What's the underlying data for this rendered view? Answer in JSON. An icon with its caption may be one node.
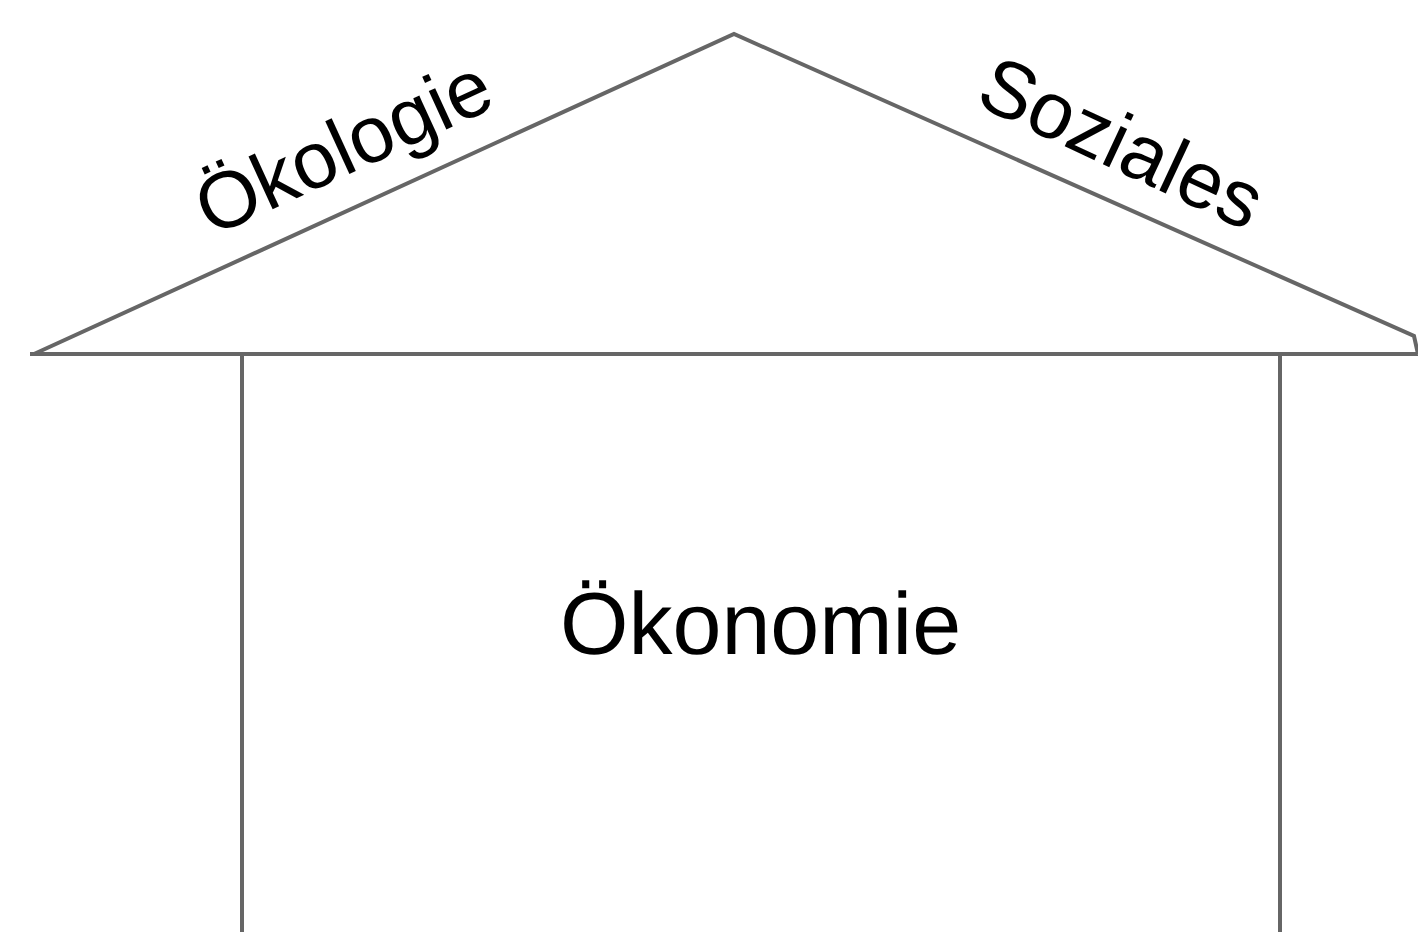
{
  "diagram": {
    "nodes": [
      {
        "text": [
          "Ökologie",
          "Soziales"
        ]
      },
      {
        "text": [
          "Ökonomie"
        ]
      }
    ]
  }
}
